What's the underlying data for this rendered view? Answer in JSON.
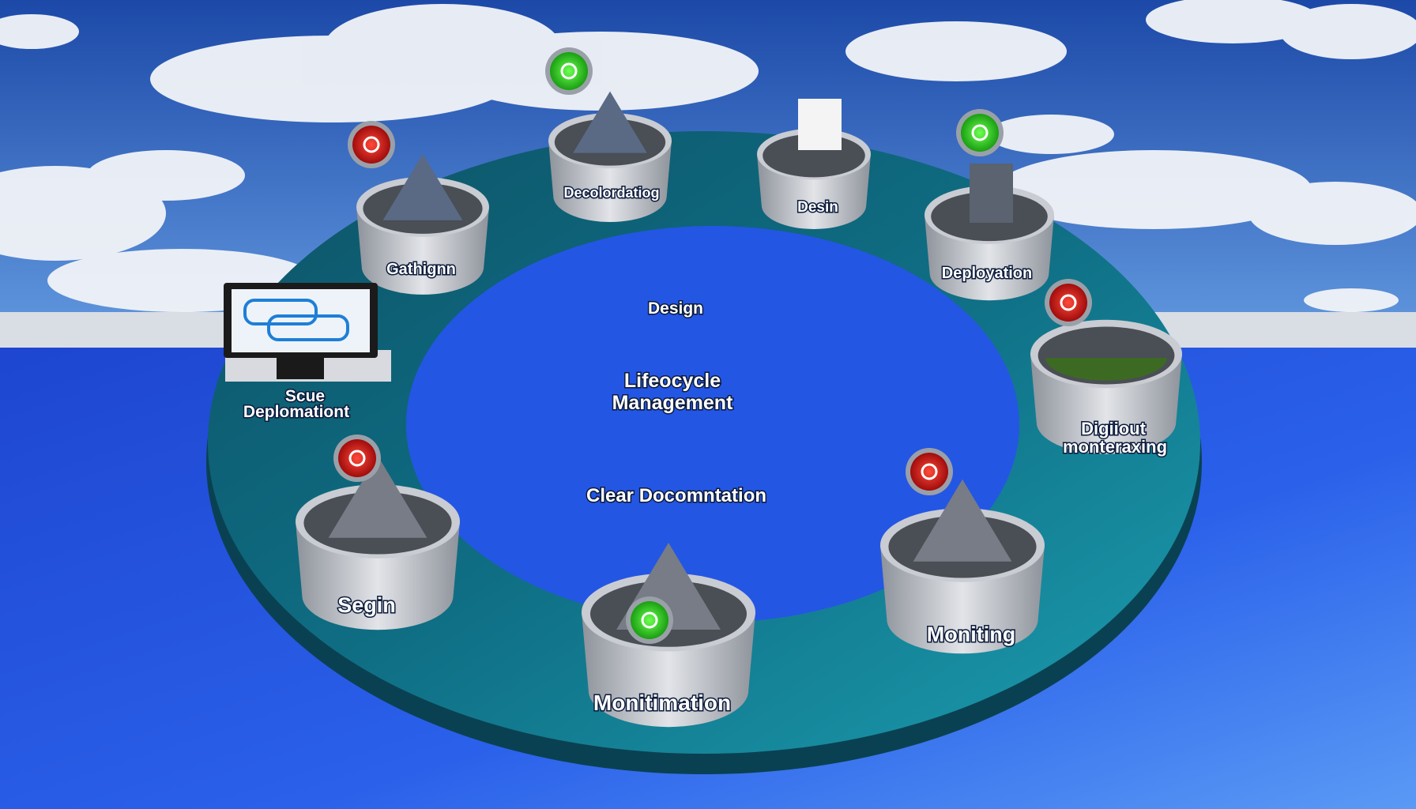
{
  "colors": {
    "sky_top": "#1e4fb0",
    "sky_bottom": "#6aa0e0",
    "floor": "#2356e0",
    "ring": "#0f6a7e",
    "ring_light": "#1d95a8",
    "bowl": "#b9bcc2",
    "badge_red": "#d01818",
    "badge_green": "#2ecc1f"
  },
  "stages": [
    {
      "label": "Gathignn",
      "icon": "mountain-icon",
      "badge": "gear-icon"
    },
    {
      "label": "Decolordatiog",
      "icon": "mountain-icon",
      "badge": "circle-icon"
    },
    {
      "label": "Desin",
      "icon": "tablet-document-icon",
      "badge": "wifi-icon"
    },
    {
      "label": "Deployation",
      "icon": "skyscraper-icon",
      "badge": "circle-icon"
    },
    {
      "label": "Digiiout monteraxing",
      "icon": "grass-field-icon",
      "badge": "minus-icon"
    },
    {
      "label": "Moniting",
      "icon": "documents-icon",
      "badge": "arrow-icon"
    },
    {
      "label": "Monitimation",
      "icon": "coins-icon",
      "badge": "leaf-icon"
    },
    {
      "label": "Segin",
      "icon": "gravel-icon",
      "badge": "lightbulb-icon"
    },
    {
      "label_line1": "Scue",
      "label_line2": "Deplomationt",
      "icon": "monitor-icon"
    }
  ],
  "center": {
    "design": "Design",
    "title_line1": "Lifeocycle",
    "title_line2": "Management",
    "subtitle": "Clear Docomntation"
  },
  "digiiout_line1": "Digiiout",
  "digiiout_line2": "monteraxing"
}
